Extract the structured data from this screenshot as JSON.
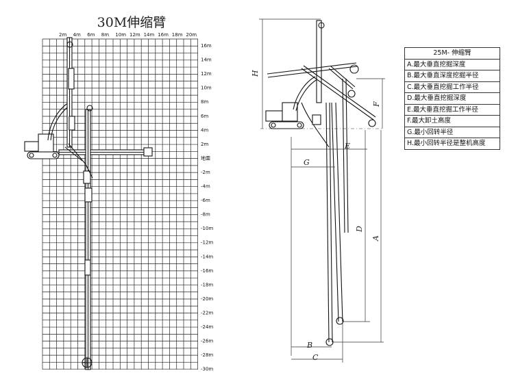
{
  "left_panel": {
    "title": "30M伸缩臂",
    "x_ticks": [
      "2m",
      "4m",
      "6m",
      "8m",
      "10m",
      "12m",
      "14m",
      "16m",
      "18m",
      "20m"
    ],
    "y_ticks": [
      "16m",
      "14m",
      "12m",
      "10m",
      "8m",
      "6m",
      "4m",
      "2m",
      "地面",
      "-2m",
      "-4m",
      "-6m",
      "-8m",
      "-10m",
      "-12m",
      "-14m",
      "-16m",
      "-18m",
      "-20m",
      "-22m",
      "-24m",
      "-26m",
      "-28m",
      "-30m"
    ]
  },
  "right_panel": {
    "dimension_labels": [
      "H",
      "F",
      "E",
      "G",
      "D",
      "A",
      "B",
      "C"
    ],
    "legend": {
      "header": "25M- 伸缩臂",
      "rows": [
        "A.最大垂直挖掘深度",
        "B.最大垂直深度挖掘半径",
        "C.最大垂直挖掘工作半径",
        "D.最大垂直挖掘深度",
        "E.最大垂直挖掘工作半径",
        "F.最大卸土高度",
        "G.最小回转半径",
        "H.最小回转半径是整机高度"
      ]
    }
  }
}
